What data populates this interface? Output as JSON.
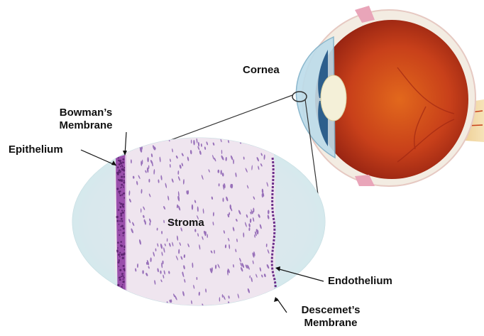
{
  "labels": {
    "cornea": "Cornea",
    "bowmans_line1": "Bowman’s",
    "bowmans_line2": "Membrane",
    "epithelium": "Epithelium",
    "stroma": "Stroma",
    "endothelium": "Endothelium",
    "descemets_line1": "Descemet’s",
    "descemets_line2": "Membrane"
  },
  "colors": {
    "background": "#ffffff",
    "lens_fill": "#ece4ee",
    "lens_edge": "#cfe6ea",
    "epithelium": "#8a3f9a",
    "stroma_nuclei": "#7b4aa8",
    "endothelium": "#6a2d8a",
    "iris": "#b8561f",
    "retina": "#c8401a",
    "sclera": "#f3ece2",
    "optic_nerve": "#f0d49a",
    "cornea_blue": "#9ec8de",
    "leader_line": "#333333"
  }
}
